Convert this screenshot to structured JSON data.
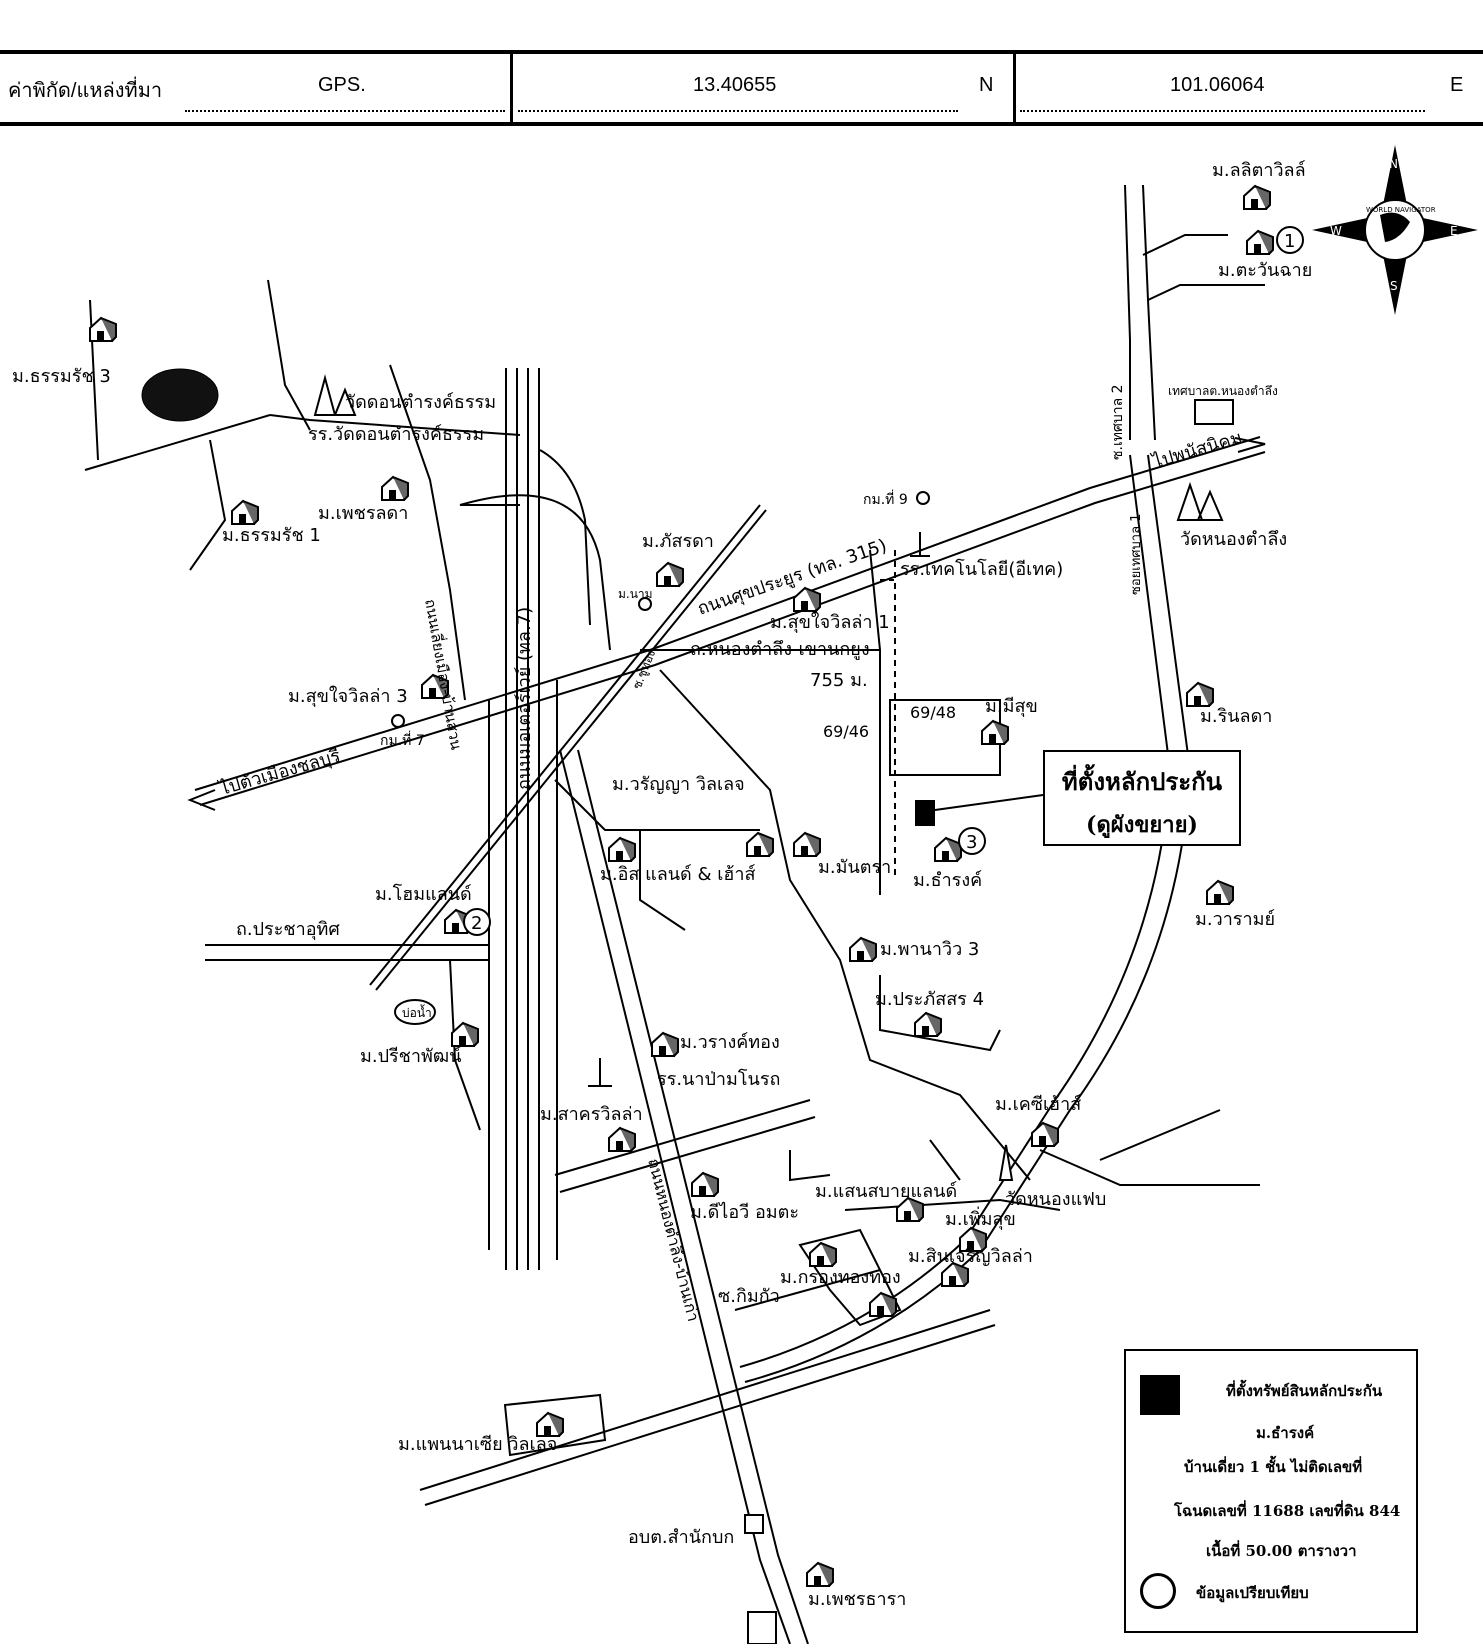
{
  "gps": {
    "label": "ค่าพิกัด/แหล่งที่มา",
    "source": "GPS.",
    "latitude": "13.40655",
    "lat_dir": "N",
    "longitude": "101.06064",
    "lon_dir": "E"
  },
  "compass": {
    "north": "N",
    "south": "S",
    "east": "E",
    "west": "W",
    "globe_text": "WORLD NAVIGATOR"
  },
  "callout": {
    "line1": "ที่ตั้งหลักประกัน",
    "line2": "(ดูผังขยาย)"
  },
  "legend": {
    "line1": "ที่ตั้งทรัพย์สินหลักประกัน",
    "line2": "ม.ธำรงค์",
    "line3": "บ้านเดี่ยว 1 ชั้น  ไม่ติดเลขที่",
    "line4": "โฉนดเลขที่ 11688 เลขที่ดิน 844",
    "line5": "เนื้อที่ 50.00  ตารางวา",
    "line6": "ข้อมูลเปรียบเทียบ"
  },
  "labels": {
    "l01": "ม.ลลิตาวิลล์",
    "l02": "ม.ตะวันฉาย",
    "l03": "ม.ธรรมรัช 3",
    "l04": "วัดดอนตำรงค์ธรรม",
    "l05": "รร.วัดดอนตำรงค์ธรรม",
    "l06": "ม.เพชรลดา",
    "l07": "ม.ธรรมรัช 1",
    "l08": "ม.ภัสรดา",
    "l09": "ถนนศุขประยูร (ทล. 315)",
    "l10": "กม.ที่ 9",
    "l11": "รร.เทคโนโลยี(อีเทค)",
    "l12": "ม.สุขใจวิลล่า 1",
    "l13": "ถ.หนองตำลึง-เขานกยูง",
    "l14": "755 ม.",
    "l15": "69/48",
    "l16": "69/46",
    "l17": "ม.มีสุข",
    "l18": "ม.สุขใจวิลล่า 3",
    "l19": "ไปตัวเมืองชลบุรี",
    "l20": "กม.ที่ 7",
    "l21": "ถนนมอเตอร์เวย์ (ทล.7)",
    "l22": "ม.วรัญญา วิลเลจ",
    "l23": "ม.อิส แลนด์ & เฮ้าส์",
    "l24": "ม.มันตรา",
    "l25": "ม.ธำรงค์",
    "l26": "ม.โฮมแลนด์",
    "l27": "ถ.ประชาอุทิศ",
    "l28": "ม.พานาวิว 3",
    "l29": "ม.ประภัสสร 4",
    "l30": "บ่อน้ำ",
    "l31": "ม.ปรีชาพัฒน์",
    "l32": "ม.วรางค์ทอง",
    "l33": "รร.นาป่ามโนรถ",
    "l34": "ม.สาครวิลล่า",
    "l35": "ม.เคซีเฮ้าส์",
    "l36": "ม.ดีไอวี อมตะ",
    "l37": "ม.แสนสบายแลนด์",
    "l38": "วัดหนองแฟบ",
    "l39": "ม.เพิ่มสุข",
    "l40": "ม.สินเจริญวิลล่า",
    "l41": "ซ.กิมกัว",
    "l42": "ม.กรองทองทอง",
    "l43": "ม.แพนนาเซีย วิลเลจ",
    "l44": "อบต.สำนักบก",
    "l45": "ม.เพชรธารา",
    "l46": "ม.รินลดา",
    "l47": "ม.วารามย์",
    "l48": "เทศบาลต.หนองตำลึง",
    "l49": "ไปพนัสนิคม",
    "l50": "วัดหนองตำลึง",
    "l51": "ซ.เทศบาล 2",
    "l52": "ซอยเทศบาล 1",
    "l53": "ถนนเลี่ยงเมือง-บ้านสวน",
    "l54": "ถนนหนองตำลึง-บ้านเก่า",
    "l55": "ซ.ชูทอง",
    "l56": "ม.นาม",
    "l57": "1",
    "l58": "2",
    "l59": "3"
  }
}
